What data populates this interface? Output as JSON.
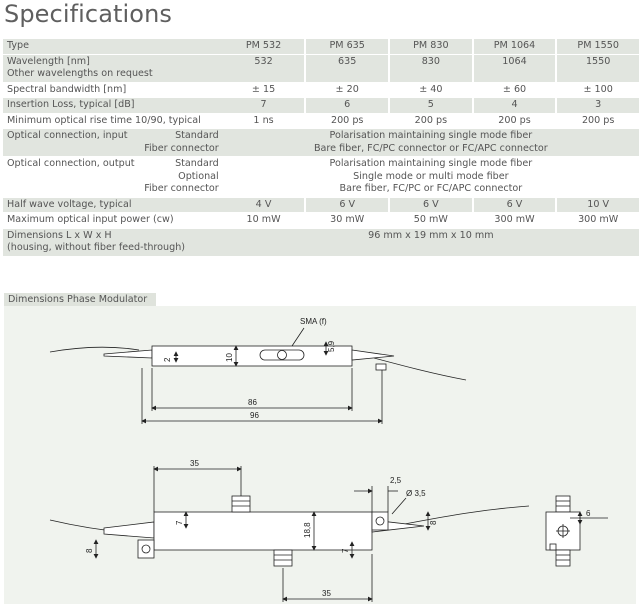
{
  "page_title": "Specifications",
  "columns": {
    "type_label": "Type",
    "models": [
      "PM 532",
      "PM 635",
      "PM 830",
      "PM 1064",
      "PM 1550"
    ]
  },
  "rows": {
    "wavelength": {
      "label": "Wavelength [nm]",
      "sub_label": "Other wavelengths on request",
      "values": [
        "532",
        "635",
        "830",
        "1064",
        "1550"
      ]
    },
    "bandwidth": {
      "label": "Spectral bandwidth [nm]",
      "values": [
        "± 15",
        "± 20",
        "± 40",
        "± 60",
        "± 100"
      ]
    },
    "insertion_loss": {
      "label": "Insertion Loss, typical [dB]",
      "values": [
        "7",
        "6",
        "5",
        "4",
        "3"
      ]
    },
    "rise_time": {
      "label": "Minimum optical rise time 10/90, typical",
      "values": [
        "1 ns",
        "200 ps",
        "200 ps",
        "200 ps",
        "200 ps"
      ]
    },
    "optical_input": {
      "label": "Optical connection, input",
      "sub_a": "Standard",
      "sub_b": "Fiber connector",
      "line1": "Polarisation maintaining single mode fiber",
      "line2": "Bare fiber, FC/PC connector or FC/APC connector"
    },
    "optical_output": {
      "label": "Optical connection, output",
      "sub_a": "Standard",
      "sub_b": "Optional",
      "sub_c": "Fiber connector",
      "line1": "Polarisation maintaining single mode fiber",
      "line2": "Single mode or multi mode fiber",
      "line3": "Bare fiber, FC/PC or FC/APC connector"
    },
    "half_wave": {
      "label": "Half wave voltage, typical",
      "values": [
        "4 V",
        "6 V",
        "6 V",
        "6 V",
        "10 V"
      ]
    },
    "max_power": {
      "label": "Maximum optical input power (cw)",
      "values": [
        "10 mW",
        "30 mW",
        "50 mW",
        "300 mW",
        "300 mW"
      ]
    },
    "dimensions": {
      "label": "Dimensions L x W x H",
      "sub_label": "(housing, without fiber feed-through)",
      "value": "96 mm x 19 mm x 10 mm"
    }
  },
  "drawing": {
    "section_title": "Dimensions Phase Modulator",
    "labels": {
      "sma": "SMA (f)",
      "d2": "2",
      "d10": "10",
      "d59": "5,9",
      "d86": "86",
      "d96": "96",
      "d35_top": "35",
      "d7_left": "7",
      "d8_left": "8",
      "d188": "18,8",
      "d7_right": "7",
      "d25": "2,5",
      "d35_hole": "Ø 3,5",
      "d8_right": "8",
      "d35_bottom": "35",
      "d6": "6"
    }
  }
}
